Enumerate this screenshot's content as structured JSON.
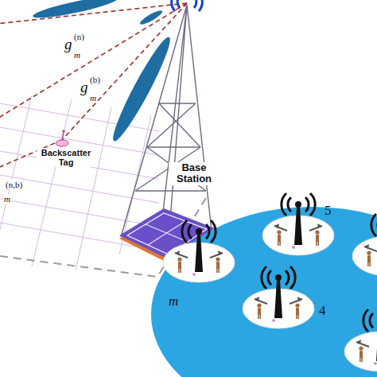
{
  "diagram": {
    "labels": [
      "g",
      "(n)",
      "m",
      "g",
      "(b)",
      "m",
      "Backscatter Tag",
      "Base Station",
      "(n,b)",
      "m",
      "5",
      "4",
      "m"
    ]
  }
}
